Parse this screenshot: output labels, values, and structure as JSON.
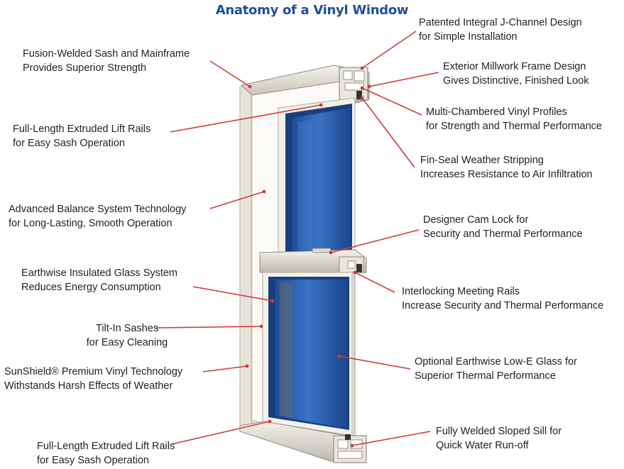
{
  "title": "Anatomy of a Vinyl Window",
  "colors": {
    "title": "#1f4e9a",
    "leader": "#d23a3a",
    "frame": "#f1efe6",
    "glass": "#2e5fb0",
    "text": "#222222"
  },
  "left_labels": [
    {
      "line1": "Fusion-Welded Sash and Mainframe",
      "line2": "Provides Superior Strength"
    },
    {
      "line1": "Full-Length Extruded Lift Rails",
      "line2": "for Easy Sash Operation"
    },
    {
      "line1": "Advanced Balance System Technology",
      "line2": "for Long-Lasting, Smooth Operation"
    },
    {
      "line1": "Earthwise Insulated Glass System",
      "line2": "Reduces Energy Consumption"
    },
    {
      "line1": "Tilt-In Sashes",
      "line2": "for Easy Cleaning"
    },
    {
      "line1": "SunShield® Premium Vinyl Technology",
      "line2": "Withstands Harsh Effects of Weather"
    },
    {
      "line1": "Full-Length Extruded Lift Rails",
      "line2": "for Easy Sash Operation"
    }
  ],
  "right_labels": [
    {
      "line1": "Patented Integral J-Channel Design",
      "line2": "for Simple Installation"
    },
    {
      "line1": "Exterior Millwork Frame Design",
      "line2": "Gives Distinctive, Finished Look"
    },
    {
      "line1": "Multi-Chambered Vinyl Profiles",
      "line2": "for Strength and Thermal Performance"
    },
    {
      "line1": "Fin-Seal Weather Stripping",
      "line2": "Increases Resistance to Air Infiltration"
    },
    {
      "line1": "Designer Cam Lock for",
      "line2": "Security and Thermal Performance"
    },
    {
      "line1": "Interlocking Meeting Rails",
      "line2": "Increase Security and Thermal Performance"
    },
    {
      "line1": "Optional Earthwise Low-E Glass for",
      "line2": "Superior Thermal Performance"
    },
    {
      "line1": "Fully Welded Sloped Sill for",
      "line2": "Quick Water Run-off"
    }
  ]
}
